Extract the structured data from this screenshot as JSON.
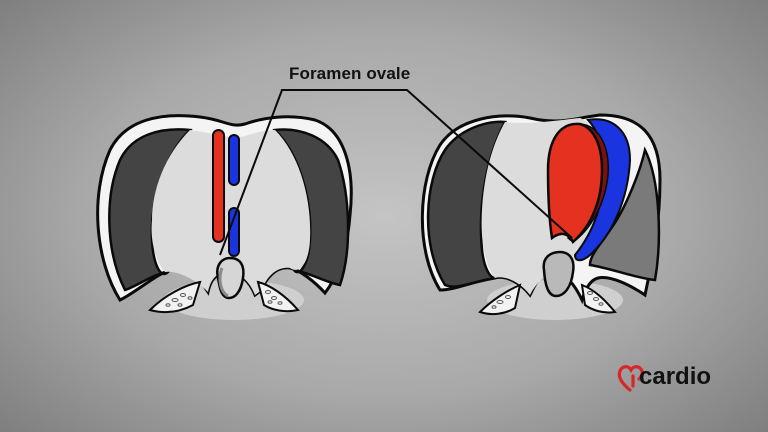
{
  "annotation": {
    "label": "Foramen ovale"
  },
  "figures": [
    {
      "name": "left-cross-section",
      "description": "Thoracic cross-section with straight red and blue vessels"
    },
    {
      "name": "right-cross-section",
      "description": "Thoracic cross-section with red and blue atrial chambers"
    }
  ],
  "brand": {
    "name": "cardio",
    "icon": "heart-icon"
  },
  "colors": {
    "red": "#e5311f",
    "blue": "#1a34e0",
    "dark_gray": "#444444",
    "light_gray": "#d9d9d9",
    "outline": "#0a0a0a",
    "logo_red": "#d8262a"
  }
}
